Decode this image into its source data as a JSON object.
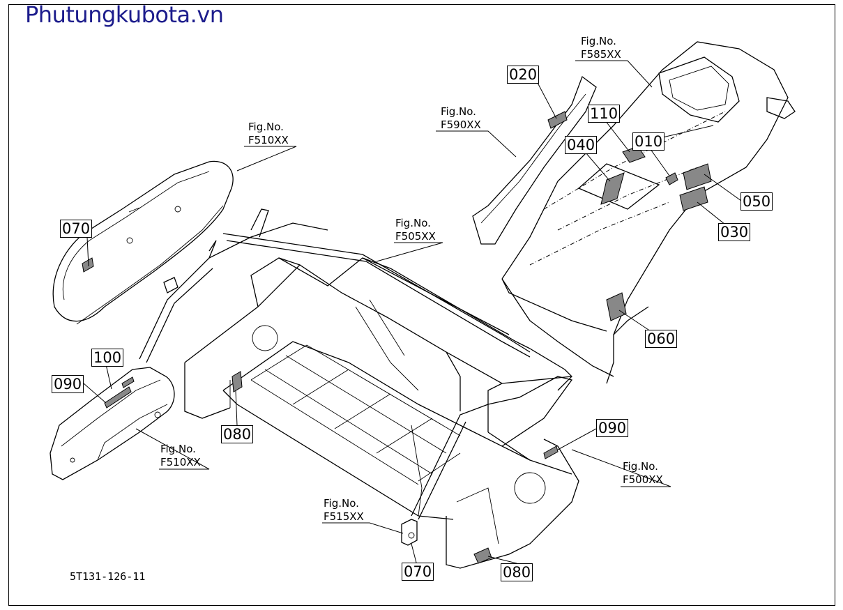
{
  "brand": {
    "text": "Phutungkubota.vn",
    "color": "#1c1c8c"
  },
  "reference_code": "5T131-126-11",
  "figure_refs": [
    {
      "label": "Fig.No.",
      "code": "F585XX"
    },
    {
      "label": "Fig.No.",
      "code": "F590XX"
    },
    {
      "label": "Fig.No.",
      "code": "F510XX"
    },
    {
      "label": "Fig.No.",
      "code": "F505XX"
    },
    {
      "label": "Fig.No.",
      "code": "F510XX"
    },
    {
      "label": "Fig.No.",
      "code": "F500XX"
    },
    {
      "label": "Fig.No.",
      "code": "F515XX"
    }
  ],
  "part_numbers": [
    "020",
    "110",
    "040",
    "010",
    "050",
    "030",
    "060",
    "070",
    "100",
    "090",
    "080",
    "090",
    "070",
    "080"
  ]
}
